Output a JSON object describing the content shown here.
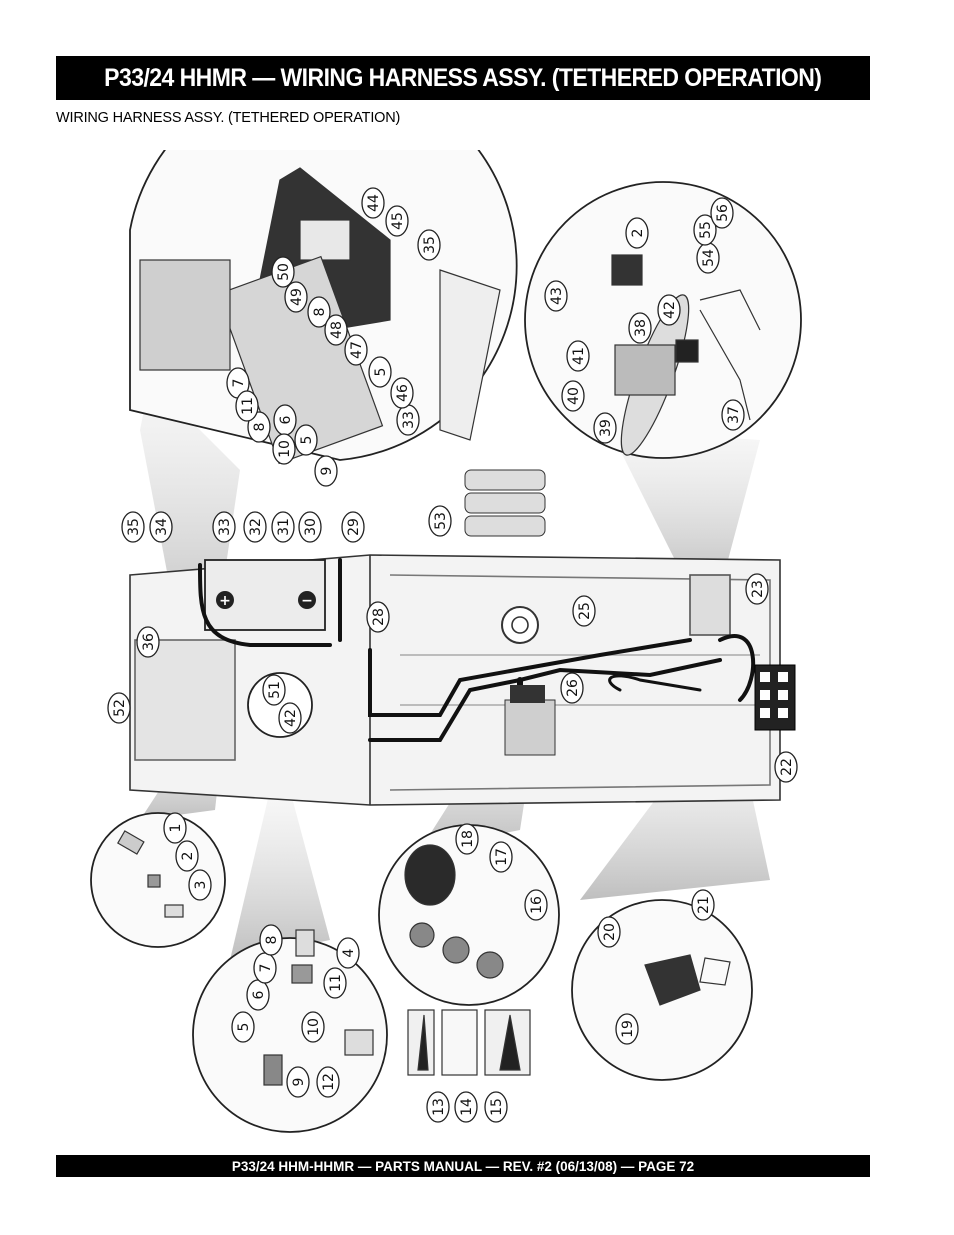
{
  "header": {
    "title": "P33/24 HHMR — WIRING HARNESS ASSY. (TETHERED OPERATION)",
    "subtitle": "WIRING HARNESS ASSY. (TETHERED OPERATION)"
  },
  "diagram": {
    "callouts": [
      "1",
      "2",
      "3",
      "4",
      "5",
      "6",
      "7",
      "8",
      "9",
      "10",
      "11",
      "12",
      "13",
      "14",
      "15",
      "16",
      "17",
      "18",
      "19",
      "20",
      "21",
      "22",
      "23",
      "25",
      "26",
      "28",
      "29",
      "30",
      "31",
      "32",
      "33",
      "34",
      "35",
      "36",
      "37",
      "38",
      "39",
      "40",
      "41",
      "42",
      "43",
      "44",
      "45",
      "46",
      "47",
      "48",
      "49",
      "50",
      "51",
      "52",
      "53",
      "54",
      "55",
      "56"
    ],
    "battery_plus": "+",
    "battery_minus": "−"
  },
  "footer": {
    "text": "P33/24 HHM-HHMR — PARTS MANUAL — REV. #2 (06/13/08) — PAGE 72"
  }
}
